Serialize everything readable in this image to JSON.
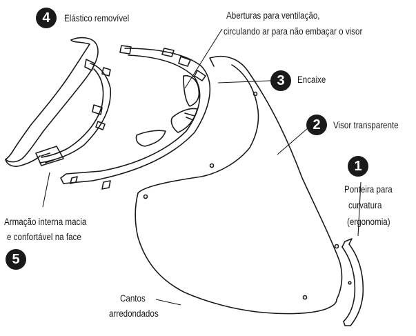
{
  "parts": [
    {
      "number": "4",
      "label_lines": [
        "Elástico removível"
      ]
    },
    {
      "number": "",
      "label_lines": [
        "Aberturas para ventilação,",
        "circulando  ar  para não embaçar o visor"
      ]
    },
    {
      "number": "3",
      "label_lines": [
        "Encaixe"
      ]
    },
    {
      "number": "2",
      "label_lines": [
        "Visor transparente"
      ]
    },
    {
      "number": "1",
      "label_lines": [
        "Ponteira para",
        "curvatura",
        "(ergonomia)"
      ]
    },
    {
      "number": "5",
      "label_lines": [
        "Armação interna macia",
        " e confortável  na face"
      ]
    },
    {
      "number": "",
      "label_lines": [
        "Cantos",
        "arredondados"
      ]
    }
  ],
  "colors": {
    "line": "#1a1a1a",
    "badge": "#1a1a1a",
    "badge_text": "#ffffff"
  }
}
